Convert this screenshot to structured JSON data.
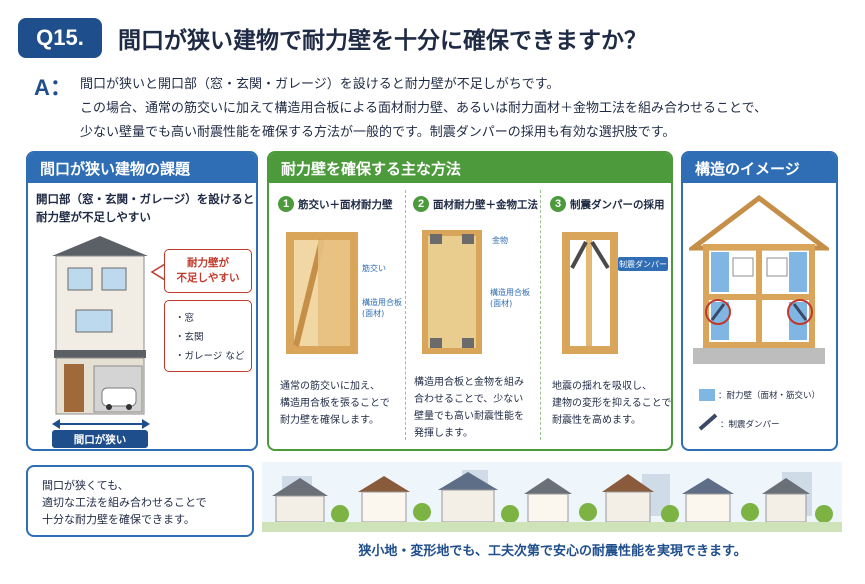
{
  "header": {
    "badge": "Q15.",
    "title": "間口が狭い建物で耐力壁を十分に確保できますか？"
  },
  "answer": {
    "mark": "A：",
    "lines": [
      "間口が狭いと開口部（窓・玄関・ガレージ）を設けると耐力壁が不足しがちです。",
      "この場合、通常の筋交いに加えて構造用合板による面材耐力壁、あるいは耐力面材＋金物工法を組み合わせることで、",
      "少ない壁量でも高い耐震性能を確保する方法が一般的です。制震ダンパーの採用も有効な選択肢です。"
    ]
  },
  "panel_issue": {
    "title": "間口が狭い建物の課題",
    "lead": [
      "開口部（窓・玄関・ガレージ）を設けると",
      "耐力壁が不足しやすい"
    ],
    "callout": [
      "耐力壁が",
      "不足しやすい"
    ],
    "items": [
      "・窓",
      "・玄関",
      "・ガレージ など"
    ],
    "width_label": "間口が狭い"
  },
  "panel_methods": {
    "title": "耐力壁を確保する主な方法",
    "steps": [
      {
        "num": "1",
        "title": "筋交い＋面材耐力壁",
        "labels": [
          "筋交い",
          "構造用合板",
          "(面材)"
        ],
        "desc": [
          "通常の筋交いに加え、",
          "構造用合板を張ることで",
          "耐力壁を確保します。"
        ]
      },
      {
        "num": "2",
        "title": "面材耐力壁＋金物工法",
        "labels": [
          "金物",
          "構造用合板",
          "(面材)"
        ],
        "desc": [
          "構造用合板と金物を組み",
          "合わせることで、少ない",
          "壁量でも高い耐震性能を",
          "発揮します。"
        ]
      },
      {
        "num": "3",
        "title": "制震ダンパーの採用",
        "labels": [
          "制震ダンパー"
        ],
        "desc": [
          "地震の揺れを吸収し、",
          "建物の変形を抑えることで",
          "耐震性を高めます。"
        ]
      }
    ]
  },
  "panel_structure": {
    "title": "構造のイメージ",
    "legend": [
      {
        "label": "：耐力壁（面材・筋交い）",
        "color": "#7fb6e3"
      },
      {
        "label": "：制震ダンパー",
        "color": "#3a4a66"
      }
    ]
  },
  "summary": [
    "間口が狭くても、",
    "適切な工法を組み合わせることで",
    "十分な耐力壁を確保できます。"
  ],
  "footer": "狭小地・変形地でも、工夫次第で安心の耐震性能を実現できます。",
  "colors": {
    "navy": "#1f4e8c",
    "blue": "#2f6db5",
    "green": "#4c9a3c",
    "red": "#c0392b",
    "wood": "#e3b873"
  }
}
